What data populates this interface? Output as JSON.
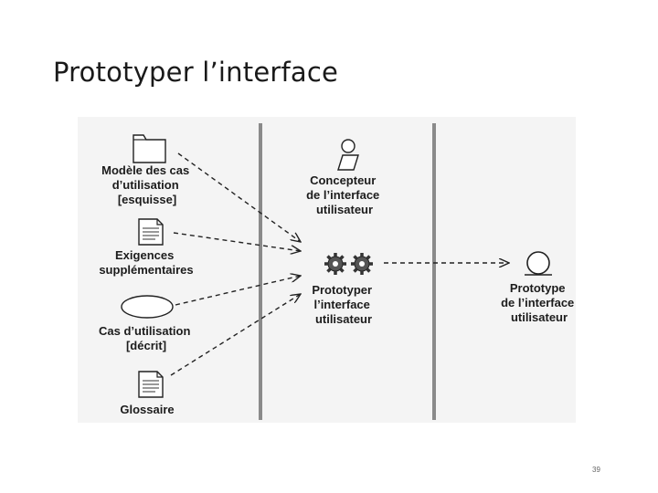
{
  "title": "Prototyper l’interface",
  "artifacts": {
    "use_case_model": [
      "Modèle des cas",
      "d’utilisation",
      "[esquisse]"
    ],
    "supplementary_requirements": [
      "Exigences",
      "supplémentaires"
    ],
    "use_case": [
      "Cas d’utilisation",
      "[décrit]"
    ],
    "glossary": [
      "Glossaire"
    ]
  },
  "worker": [
    "Concepteur",
    "de l’interface",
    "utilisateur"
  ],
  "activity": [
    "Prototyper",
    "l’interface",
    "utilisateur"
  ],
  "output": [
    "Prototype",
    "de l’interface",
    "utilisateur"
  ],
  "page_number": "39"
}
